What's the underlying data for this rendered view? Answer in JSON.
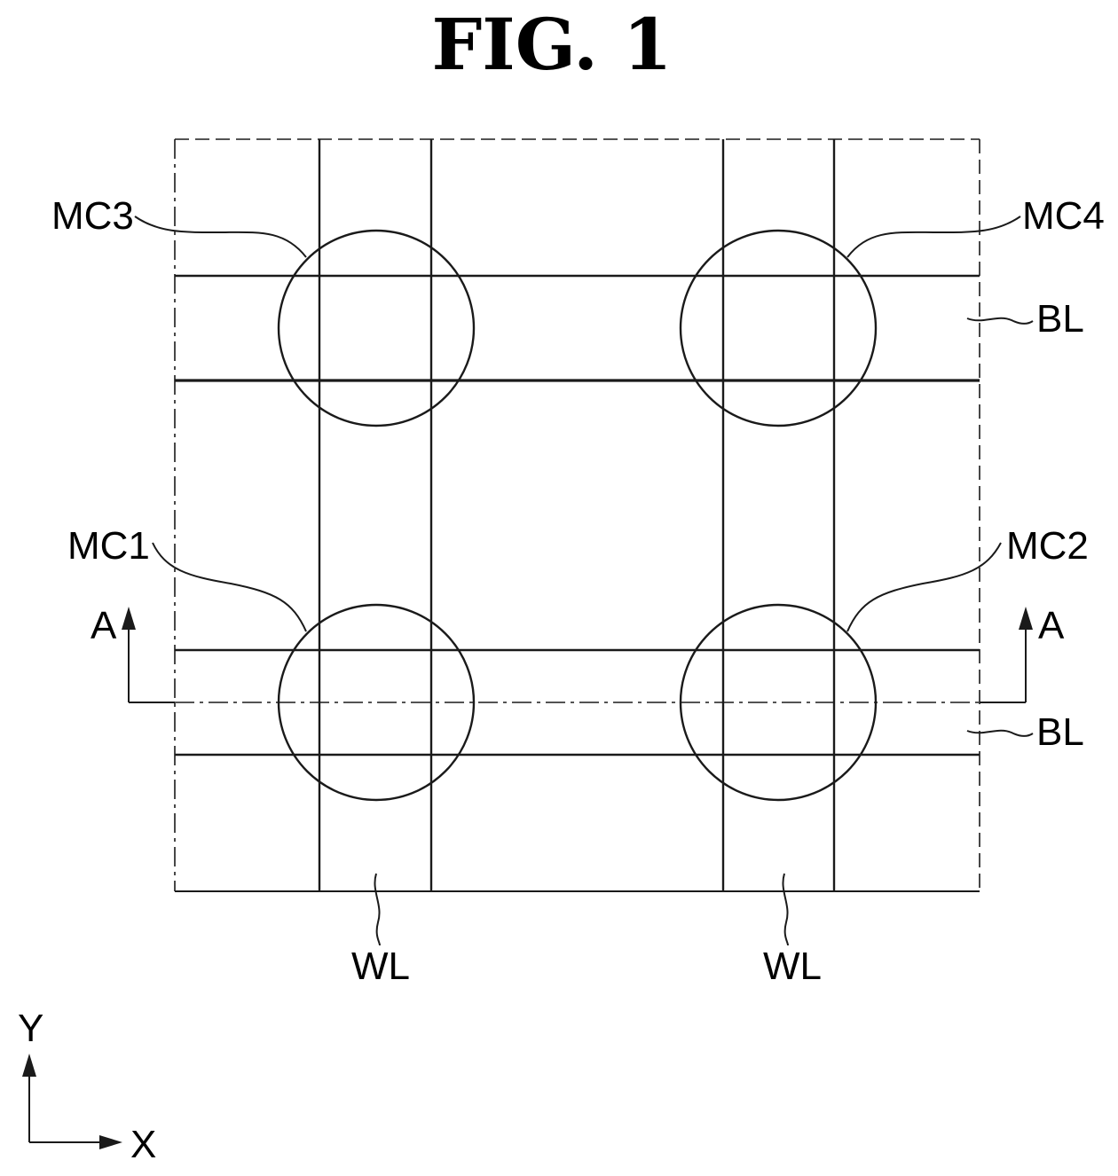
{
  "figure": {
    "title": "FIG. 1",
    "cells": {
      "mc1": "MC1",
      "mc2": "MC2",
      "mc3": "MC3",
      "mc4": "MC4"
    },
    "bit_line_label": "BL",
    "word_line_label": "WL",
    "section_label": "A",
    "axes": {
      "y": "Y",
      "x": "X"
    },
    "colors": {
      "ink": "#1a1a1a",
      "background": "#ffffff"
    }
  }
}
